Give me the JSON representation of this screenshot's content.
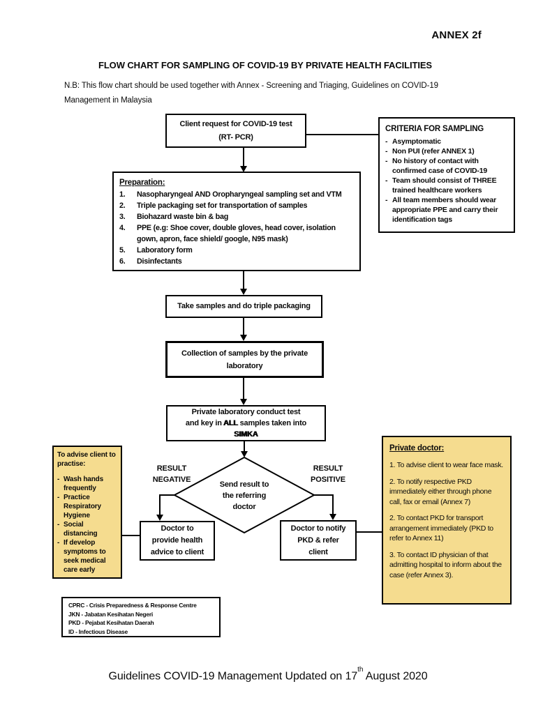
{
  "header": {
    "annex": "ANNEX 2f",
    "title": "FLOW CHART FOR SAMPLING OF COVID-19 BY PRIVATE HEALTH FACILITIES",
    "note": "N.B: This flow chart should be used together with Annex - Screening and Triaging, Guidelines on COVID-19 Management in Malaysia"
  },
  "flow": {
    "client": {
      "line1": "Client request for COVID-19 test",
      "line2": "(RT- PCR)"
    },
    "criteria": {
      "title": "CRITERIA FOR SAMPLING",
      "bullet": "-",
      "items": [
        "Asymptomatic",
        "Non PUI (refer ANNEX 1)",
        "No history of contact with confirmed case of COVID-19",
        "Team should consist of THREE trained healthcare workers",
        "All team members should wear appropriate PPE and carry their identification tags"
      ]
    },
    "prep": {
      "title": "Preparation:",
      "items": [
        {
          "n": "1.",
          "text": "Nasopharyngeal AND Oropharyngeal sampling set and VTM"
        },
        {
          "n": "2.",
          "text": "Triple packaging set for transportation of samples"
        },
        {
          "n": "3.",
          "text": "Biohazard waste bin & bag"
        },
        {
          "n": "4.",
          "text": "PPE (e.g: Shoe cover, double gloves, head cover, isolation gown, apron, face shield/ google, N95 mask)"
        },
        {
          "n": "5.",
          "text": "Laboratory form"
        },
        {
          "n": "6.",
          "text": "Disinfectants"
        }
      ]
    },
    "take_samples": {
      "text": "Take samples and do triple packaging"
    },
    "collection": {
      "line1": "Collection of samples by the private",
      "line2": "laboratory"
    },
    "lab": {
      "line1": "Private laboratory conduct test",
      "line2a": "and key in ",
      "line2b": "ALL",
      "line2c": " samples taken into",
      "line3": "SIMKA"
    },
    "decision": {
      "line1": "Send result to",
      "line2": "the referring",
      "line3": "doctor"
    },
    "result_negative": {
      "line1": "RESULT",
      "line2": "NEGATIVE"
    },
    "result_positive": {
      "line1": "RESULT",
      "line2": "POSITIVE"
    },
    "doctor_negative": {
      "line1": "Doctor to",
      "line2": "provide health",
      "line3": "advice to client"
    },
    "doctor_positive": {
      "line1": "Doctor to notify",
      "line2": "PKD & refer",
      "line3": "client"
    },
    "advise": {
      "title": "To advise client to practise:",
      "bullet": "-",
      "items": [
        "Wash hands frequently",
        "Practice Respiratory Hygiene",
        "Social distancing",
        "If develop symptoms to seek medical care early"
      ]
    },
    "private_doctor": {
      "title": "Private doctor:",
      "items": [
        "1. To advise client to wear face mask.",
        "2. To notify respective PKD immediately either through phone call, fax or email (Annex 7)",
        "2. To contact PKD for transport arrangement immediately (PKD to refer to Annex 11)",
        "3. To contact ID physician of that admitting hospital to inform about the case (refer Annex 3)."
      ]
    },
    "legend": {
      "items": [
        "CPRC - Crisis Preparedness & Response Centre",
        "JKN - Jabatan Kesihatan Negeri",
        "PKD - Pejabat Kesihatan Daerah",
        "ID - Infectious Disease"
      ]
    }
  },
  "footer": {
    "pre": "Guidelines COVID-19 Management Updated on 17",
    "sup": "th",
    "post": " August 2020"
  },
  "colors": {
    "highlight_fill": "#F5DC8F",
    "line_color": "#000000",
    "page_background": "#FFFFFF"
  }
}
